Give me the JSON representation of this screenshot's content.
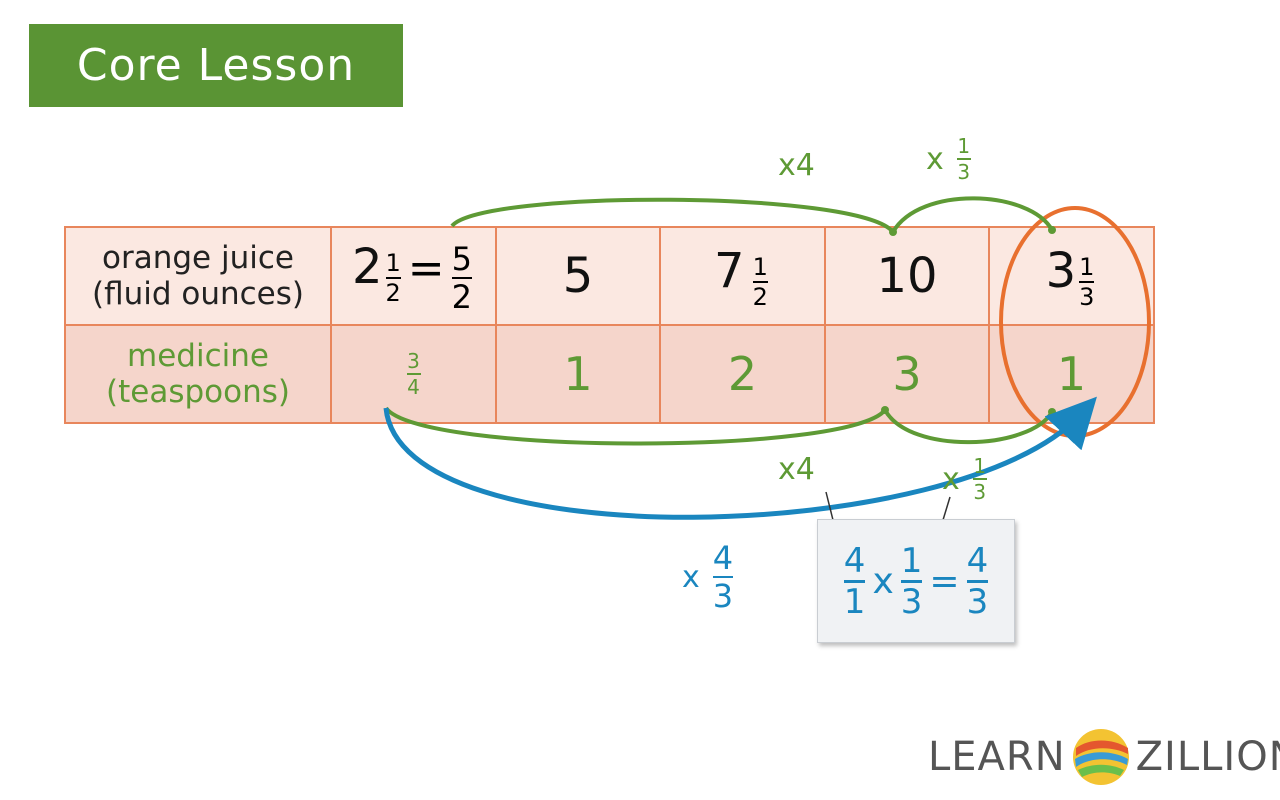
{
  "banner": {
    "label": "Core Lesson"
  },
  "table": {
    "orange_juice": {
      "label_line1": "orange juice",
      "label_line2": "(fluid ounces)",
      "col1_whole": "2",
      "col1_num": "1",
      "col1_den": "2",
      "col1_eq": "=",
      "col1_num2": "5",
      "col1_den2": "2",
      "col2": "5",
      "col3_whole": "7",
      "col3_num": "1",
      "col3_den": "2",
      "col4": "10",
      "col5_whole": "3",
      "col5_num": "1",
      "col5_den": "3"
    },
    "medicine": {
      "label_line1": "medicine",
      "label_line2": "(teaspoons)",
      "col1_num": "3",
      "col1_den": "4",
      "col2": "1",
      "col3": "2",
      "col4": "3",
      "col5": "1"
    }
  },
  "annotations": {
    "top_x4": "x4",
    "top_third": {
      "x": "x",
      "num": "1",
      "den": "3"
    },
    "bottom_x4": "x4",
    "bottom_third": {
      "x": "x",
      "num": "1",
      "den": "3"
    },
    "blue_mult": {
      "x": "x",
      "num": "4",
      "den": "3"
    }
  },
  "calculation": {
    "a_num": "4",
    "a_den": "1",
    "times": "x",
    "b_num": "1",
    "b_den": "3",
    "equals": "=",
    "c_num": "4",
    "c_den": "3"
  },
  "logo": {
    "left": "LEARN",
    "right": "ZILLION"
  },
  "colors": {
    "green": "#5e9a35",
    "blue": "#1a86bf",
    "orange": "#e8702f",
    "banner": "#5a9434"
  }
}
